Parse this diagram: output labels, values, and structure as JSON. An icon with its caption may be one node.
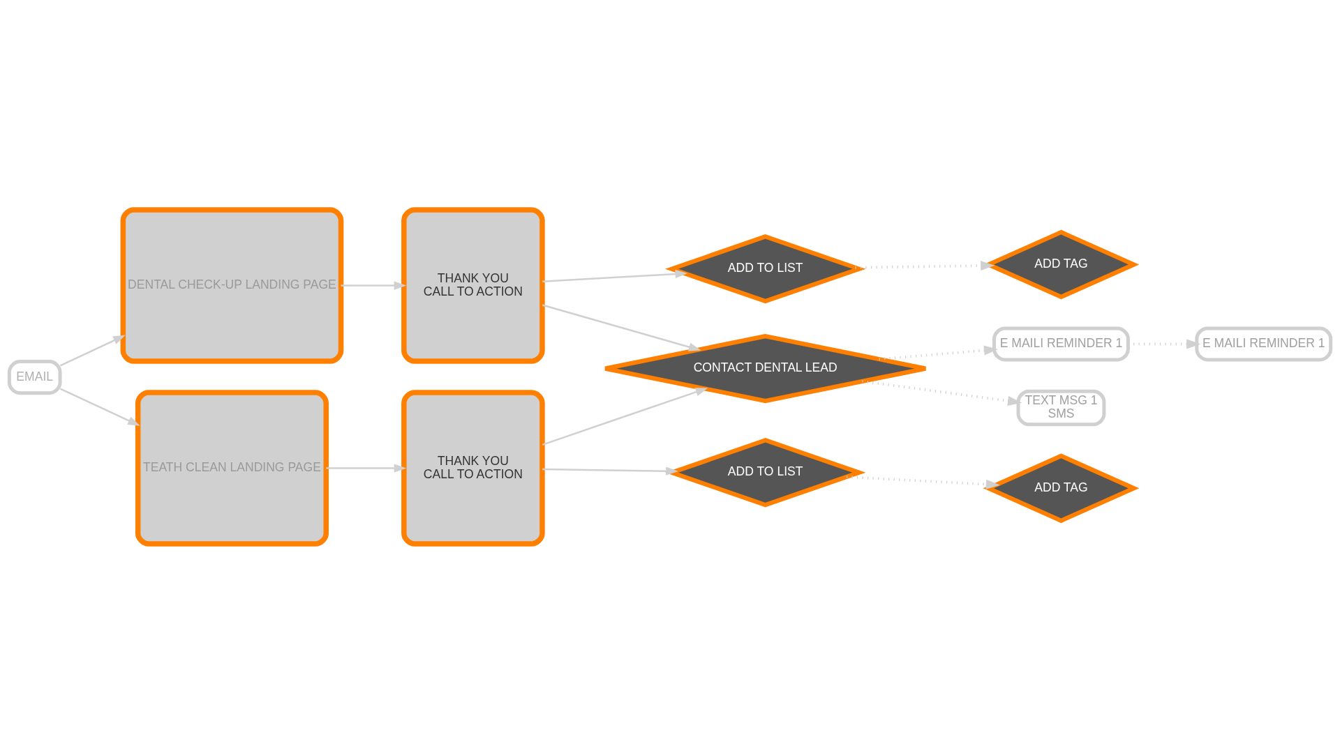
{
  "diagram": {
    "nodes": [
      {
        "text": [
          "EMAIL"
        ]
      },
      {
        "text": [
          "DENTAL CHECK-UP LANDING PAGE"
        ]
      },
      {
        "text": [
          "TEATH CLEAN LANDING PAGE"
        ]
      },
      {
        "text": [
          "THANK YOU",
          "CALL TO ACTION"
        ]
      },
      {
        "text": [
          "THANK YOU",
          "CALL TO ACTION"
        ]
      },
      {
        "text": [
          "ADD TO LIST"
        ]
      },
      {
        "text": [
          "ADD TAG"
        ]
      },
      {
        "text": [
          "CONTACT DENTAL LEAD"
        ]
      },
      {
        "text": [
          "E MAILI REMINDER 1"
        ]
      },
      {
        "text": [
          "E MAILI REMINDER 1"
        ]
      },
      {
        "text": [
          "TEXT MSG 1",
          "SMS"
        ]
      },
      {
        "text": [
          "ADD TO LIST"
        ]
      },
      {
        "text": [
          "ADD TAG"
        ]
      }
    ],
    "edges": [
      {
        "from": 0,
        "to": 1,
        "arrow": "to"
      },
      {
        "from": 0,
        "to": 2,
        "arrow": "to"
      },
      {
        "from": 1,
        "to": 3,
        "arrow": "to"
      },
      {
        "from": 2,
        "to": 4,
        "arrow": "to"
      },
      {
        "from": 3,
        "to": 5,
        "arrow": "to"
      },
      {
        "from": 5,
        "to": 6,
        "arrow": "to",
        "style": "dashed"
      },
      {
        "from": 3,
        "to": 7,
        "arrow": "to"
      },
      {
        "from": 4,
        "to": 7,
        "arrow": "to"
      },
      {
        "from": 7,
        "to": 8,
        "arrow": "to",
        "style": "dashed"
      },
      {
        "from": 8,
        "to": 9,
        "arrow": "to",
        "style": "dashed"
      },
      {
        "from": 7,
        "to": 10,
        "arrow": "to",
        "style": "dashed"
      },
      {
        "from": 4,
        "to": 11,
        "arrow": "to"
      },
      {
        "from": 11,
        "to": 12,
        "arrow": "to",
        "style": "dashed"
      }
    ]
  }
}
